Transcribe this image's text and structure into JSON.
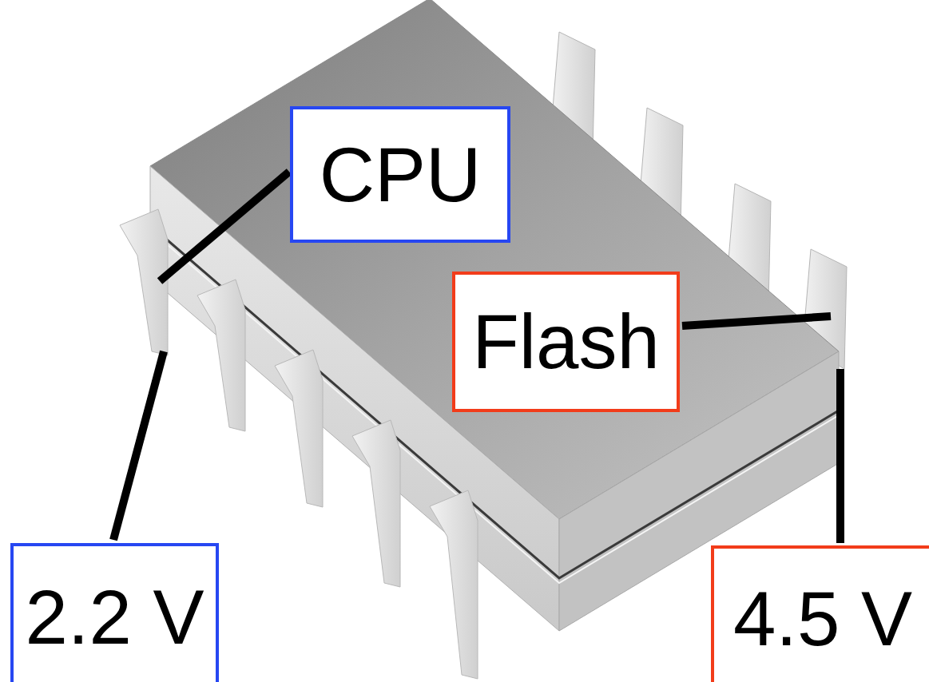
{
  "diagram": {
    "nodes": [
      {
        "text": [
          "CPU"
        ]
      },
      {
        "text": [
          "Flash"
        ]
      },
      {
        "text": [
          "2.2 V"
        ]
      },
      {
        "text": [
          "4.5 V"
        ]
      }
    ]
  }
}
